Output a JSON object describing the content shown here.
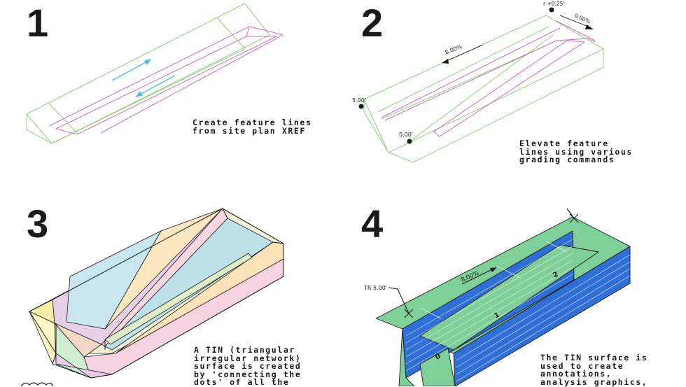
{
  "panels": [
    {
      "number": "1",
      "caption": [
        "Create feature lines",
        "from site plan XREF"
      ]
    },
    {
      "number": "2",
      "caption": [
        "Elevate feature",
        "lines using various",
        "grading commands"
      ],
      "annotations": {
        "slope_top": "8.00%",
        "elev_left": "5.00'",
        "elev_bottom": "0.00'",
        "elev_corner": "r +0.25'",
        "slope_corner": "0.00%"
      }
    },
    {
      "number": "3",
      "caption": [
        "A TIN (triangular",
        "irregular network)",
        "surface is created",
        "by 'connecting the",
        "dots' of all the"
      ]
    },
    {
      "number": "4",
      "caption": [
        "The TIN surface is",
        "used to create",
        "annotations,",
        "analysis graphics,"
      ],
      "annotations": {
        "slope": "8.00%",
        "tr_label": "TR 5.00'",
        "zone_0": "0",
        "zone_1": "1",
        "zone_2": "2"
      }
    }
  ],
  "colors": {
    "green_line": "#8fd07a",
    "magenta_line": "#d86ab8",
    "cyan_arrow": "#47c2e0",
    "surface_green": "#7fcf98",
    "wall_blue": "#2f6fd6",
    "outline": "#1a1a1a"
  }
}
